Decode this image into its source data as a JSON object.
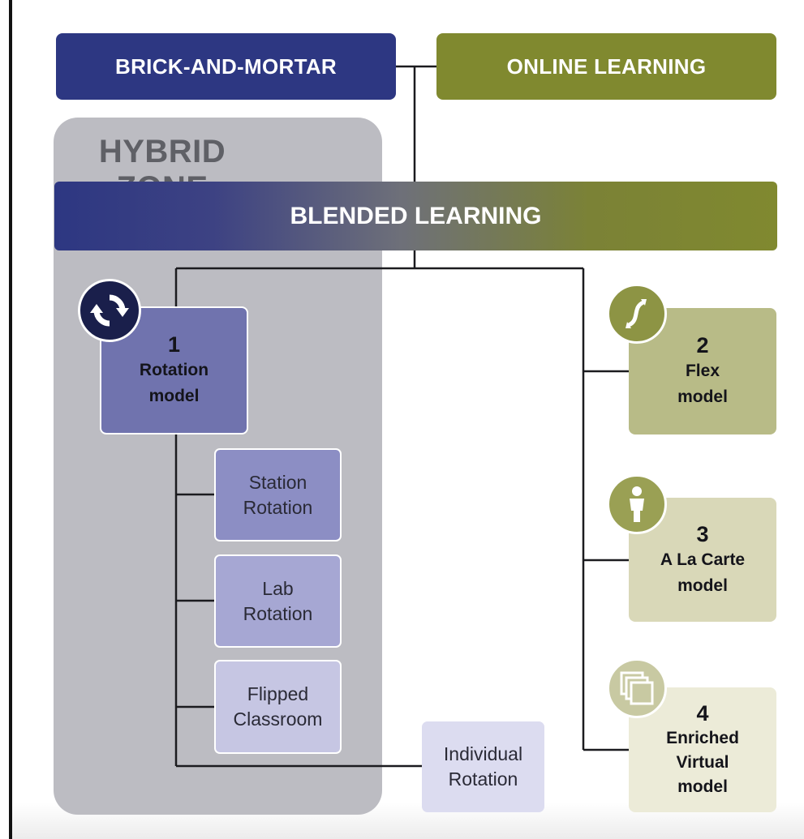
{
  "header": {
    "brick_and_mortar": "BRICK-AND-MORTAR",
    "online_learning": "ONLINE LEARNING"
  },
  "hybrid_zone": {
    "title": "HYBRID ZONE"
  },
  "blended": {
    "title": "BLENDED LEARNING"
  },
  "models": [
    {
      "number": "1",
      "name_line1": "Rotation",
      "name_line2": "model",
      "icon": "rotation-arrows-icon"
    },
    {
      "number": "2",
      "name_line1": "Flex",
      "name_line2": "model",
      "icon": "flex-curve-icon"
    },
    {
      "number": "3",
      "name_line1": "A La Carte",
      "name_line2": "model",
      "icon": "person-icon"
    },
    {
      "number": "4",
      "name_line1": "Enriched",
      "name_line2": "Virtual",
      "name_line3": "model",
      "icon": "stacked-squares-icon"
    }
  ],
  "rotation_submodels": [
    {
      "line1": "Station",
      "line2": "Rotation"
    },
    {
      "line1": "Lab",
      "line2": "Rotation"
    },
    {
      "line1": "Flipped",
      "line2": "Classroom"
    },
    {
      "line1": "Individual",
      "line2": "Rotation"
    }
  ],
  "colors": {
    "brick_navy": "#2d3782",
    "online_olive": "#80892f",
    "hybrid_gray": "#bcbcc2",
    "rotation_purple": "#7073ae"
  }
}
